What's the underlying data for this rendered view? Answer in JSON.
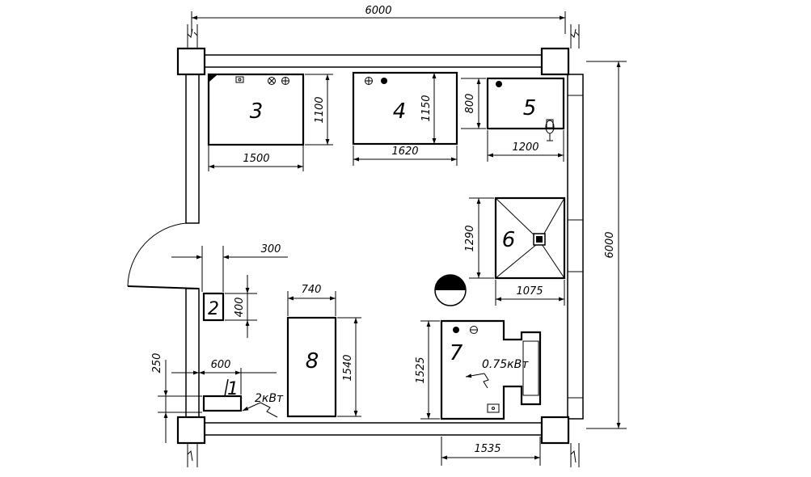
{
  "plan": {
    "overall_width": "6000",
    "overall_height": "6000",
    "items": [
      {
        "id": "1",
        "width": "600",
        "offset": "250",
        "power": "2кВт"
      },
      {
        "id": "2",
        "width": "300",
        "height": "400"
      },
      {
        "id": "3",
        "width": "1500",
        "height": "1100"
      },
      {
        "id": "4",
        "width": "1620",
        "height": "1150"
      },
      {
        "id": "5",
        "width": "1200",
        "height": "800"
      },
      {
        "id": "6",
        "width": "1075",
        "height": "1290"
      },
      {
        "id": "7",
        "width": "1535",
        "height": "1525",
        "power": "0.75кВт"
      },
      {
        "id": "8",
        "width": "740",
        "height": "1540"
      }
    ]
  }
}
